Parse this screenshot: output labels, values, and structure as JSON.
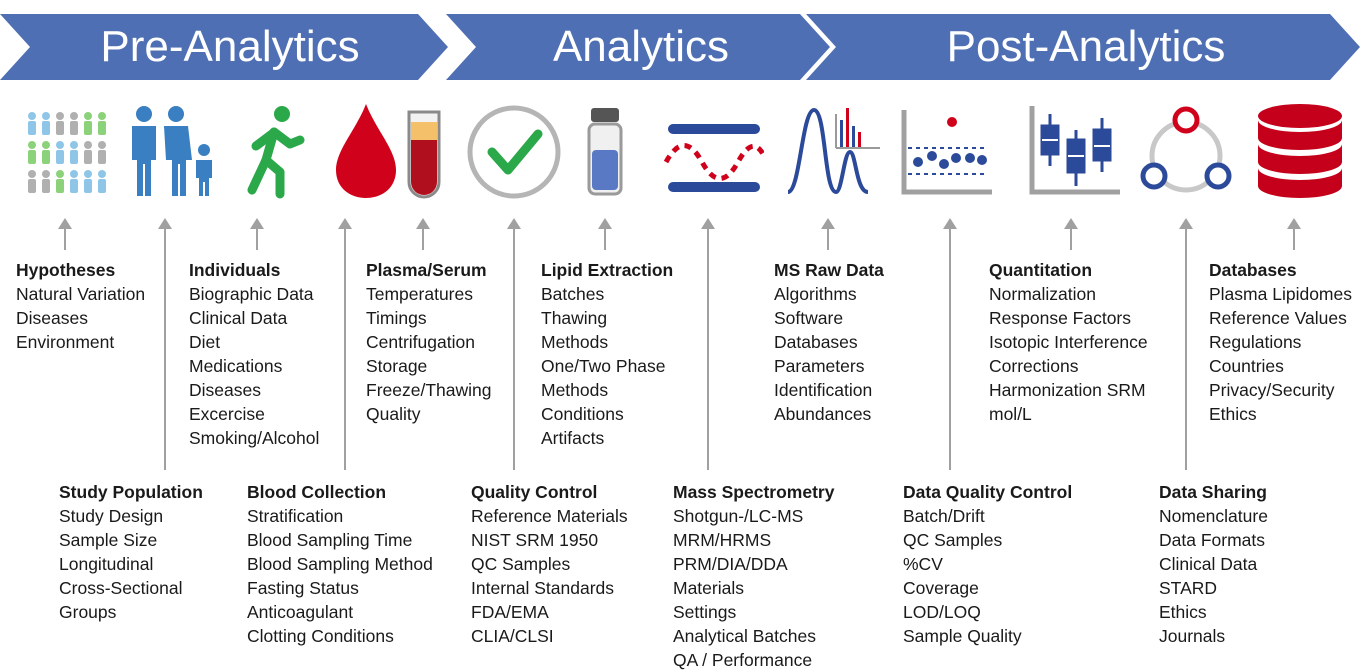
{
  "colors": {
    "banner": "#4f6fb4",
    "accent_red": "#d0021b",
    "accent_green": "#2aa84a",
    "icon_blue": "#2c4a9a",
    "arrow": "#a0a0a0"
  },
  "phases": [
    {
      "label": "Pre-Analytics"
    },
    {
      "label": "Analytics"
    },
    {
      "label": "Post-Analytics"
    }
  ],
  "icons": [
    "people-grid-icon",
    "family-icon",
    "running-person-icon",
    "blood-drop-icon",
    "blood-tube-icon",
    "checkmark-circle-icon",
    "vial-icon",
    "mass-spec-icon",
    "spectrum-icon",
    "qc-scatter-icon",
    "boxplot-icon",
    "sharing-network-icon",
    "database-icon"
  ],
  "top_blocks": [
    {
      "title": "Hypotheses",
      "items": [
        "Natural Variation",
        "Diseases",
        "Environment"
      ]
    },
    {
      "title": "Individuals",
      "items": [
        "Biographic Data",
        "Clinical Data",
        "Diet",
        "Medications",
        "Diseases",
        "Excercise",
        "Smoking/Alcohol"
      ]
    },
    {
      "title": "Plasma/Serum",
      "items": [
        "Temperatures",
        "Timings",
        "Centrifugation",
        "Storage",
        "Freeze/Thawing",
        "Quality"
      ]
    },
    {
      "title": "Lipid Extraction",
      "items": [
        "Batches",
        "Thawing",
        "Methods",
        "One/Two Phase",
        "Methods",
        "Conditions",
        "Artifacts"
      ]
    },
    {
      "title": "MS Raw Data",
      "items": [
        "Algorithms",
        "Software",
        "Databases",
        "Parameters",
        "Identification",
        "Abundances"
      ]
    },
    {
      "title": "Quantitation",
      "items": [
        "Normalization",
        "Response Factors",
        "Isotopic Interference",
        "Corrections",
        "Harmonization SRM",
        "mol/L"
      ]
    },
    {
      "title": "Databases",
      "items": [
        "Plasma Lipidomes",
        "Reference Values",
        "Regulations",
        "Countries",
        "Privacy/Security",
        "Ethics"
      ]
    }
  ],
  "bottom_blocks": [
    {
      "title": "Study Population",
      "items": [
        "Study Design",
        "Sample Size",
        "Longitudinal",
        "Cross-Sectional",
        "Groups"
      ]
    },
    {
      "title": "Blood Collection",
      "items": [
        "Stratification",
        "Blood Sampling Time",
        "Blood Sampling Method",
        "Fasting Status",
        "Anticoagulant",
        "Clotting Conditions"
      ]
    },
    {
      "title": "Quality Control",
      "items": [
        "Reference Materials",
        "NIST SRM 1950",
        "QC Samples",
        "Internal Standards",
        "FDA/EMA",
        "CLIA/CLSI"
      ]
    },
    {
      "title": "Mass Spectrometry",
      "items": [
        "Shotgun-/LC-MS",
        "MRM/HRMS",
        "PRM/DIA/DDA",
        "Materials",
        "Settings",
        "Analytical Batches",
        "QA / Performance"
      ]
    },
    {
      "title": "Data Quality Control",
      "items": [
        "Batch/Drift",
        "QC Samples",
        "%CV",
        "Coverage",
        "LOD/LOQ",
        "Sample Quality"
      ]
    },
    {
      "title": "Data Sharing",
      "items": [
        "Nomenclature",
        "Data Formats",
        "Clinical Data",
        "STARD",
        "Ethics",
        "Journals"
      ]
    }
  ]
}
